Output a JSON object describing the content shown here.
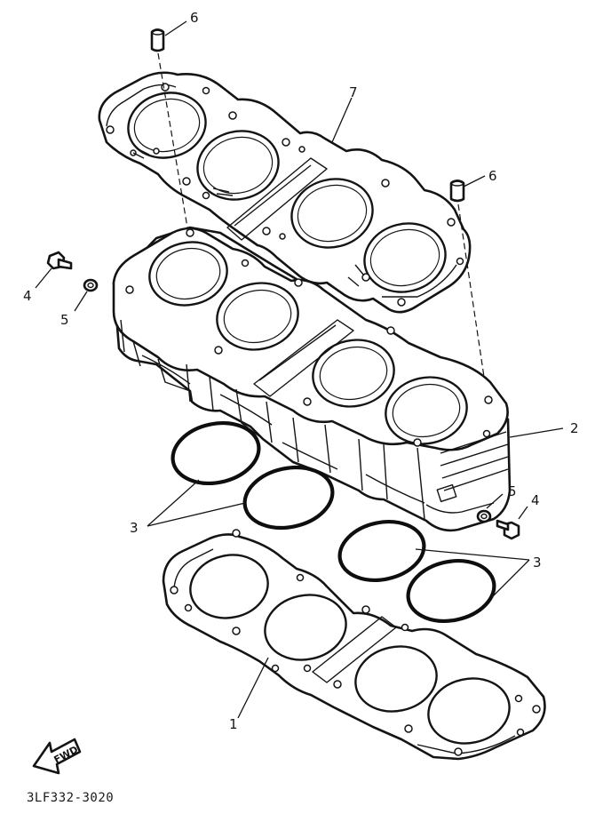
{
  "callouts": {
    "c1": "1",
    "c2": "2",
    "c3a": "3",
    "c3b": "3",
    "c4a": "4",
    "c4b": "4",
    "c5a": "5",
    "c5b": "5",
    "c6a": "6",
    "c6b": "6",
    "c7": "7"
  },
  "direction_label": "FWD",
  "figure_code": "3LF332-3020",
  "colors": {
    "ink": "#141414",
    "paper": "#ffffff"
  }
}
